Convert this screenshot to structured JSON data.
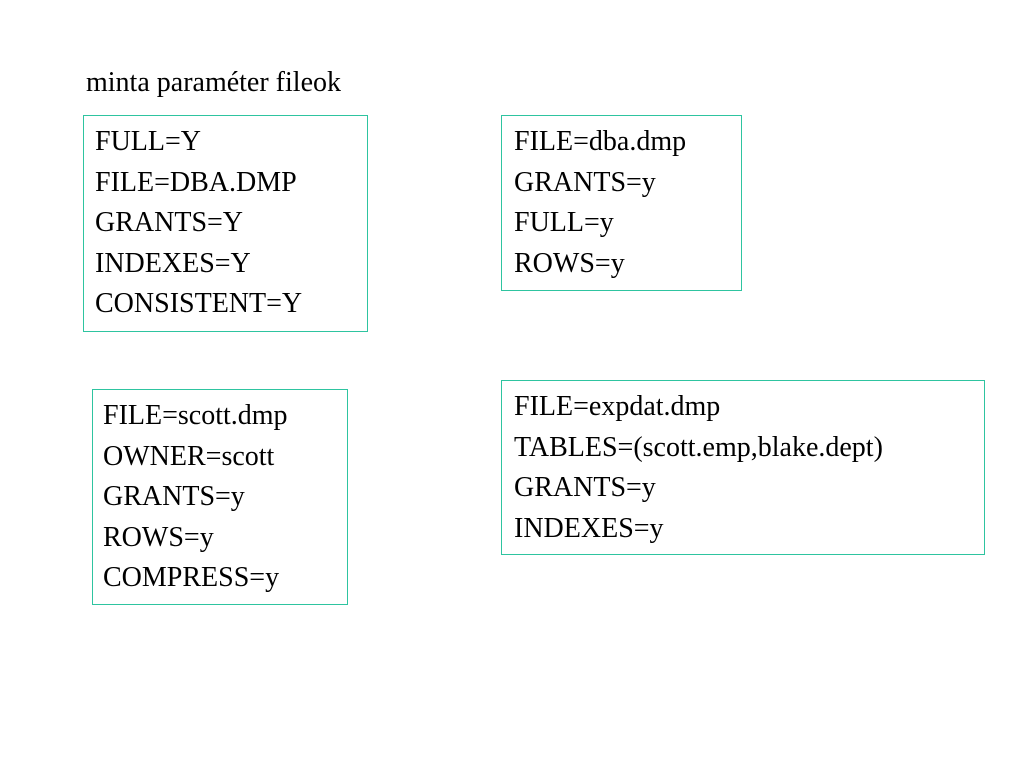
{
  "title": "minta paraméter fileok",
  "border_color": "#2ec4a0",
  "boxes": [
    {
      "lines": [
        "FULL=Y",
        "FILE=DBA.DMP",
        "GRANTS=Y",
        "INDEXES=Y",
        "CONSISTENT=Y"
      ]
    },
    {
      "lines": [
        "FILE=dba.dmp",
        "GRANTS=y",
        "FULL=y",
        "ROWS=y"
      ]
    },
    {
      "lines": [
        "FILE=scott.dmp",
        "OWNER=scott",
        "GRANTS=y",
        "ROWS=y",
        "COMPRESS=y"
      ]
    },
    {
      "lines": [
        "FILE=expdat.dmp",
        "TABLES=(scott.emp,blake.dept)",
        "GRANTS=y",
        "INDEXES=y"
      ]
    }
  ]
}
